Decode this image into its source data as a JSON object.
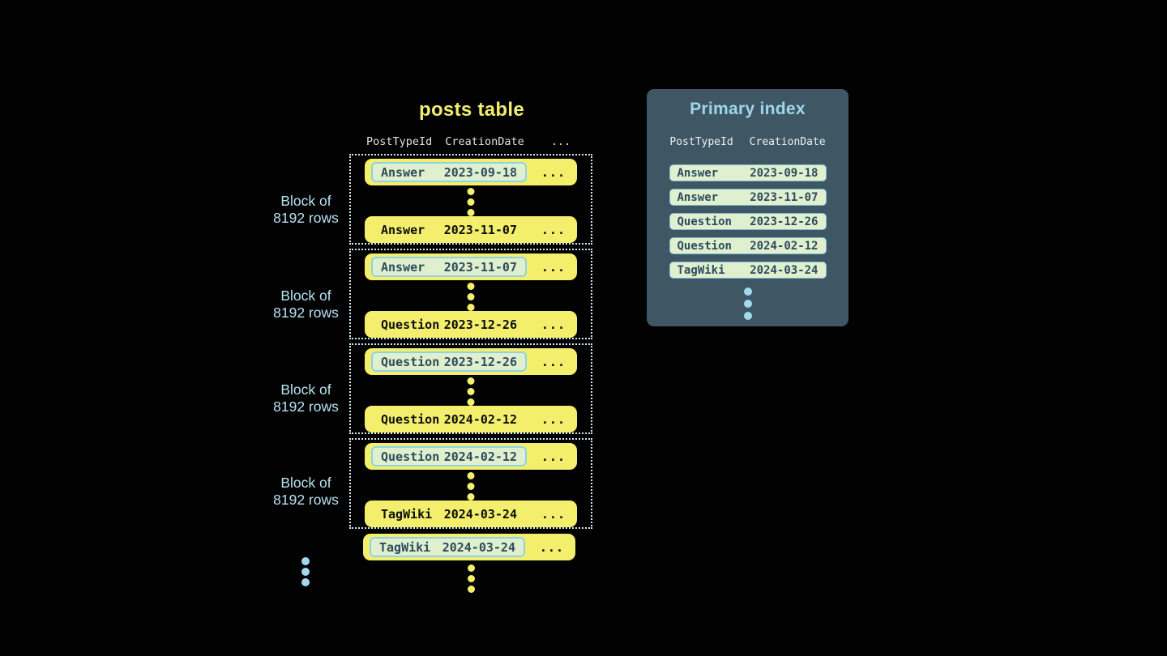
{
  "posts_table": {
    "title": "posts table",
    "columns": {
      "c1": "PostTypeId",
      "c2": "CreationDate",
      "c3": "..."
    },
    "block_label": {
      "line1": "Block of",
      "line2": "8192 rows"
    },
    "blocks": [
      {
        "first": {
          "type": "Answer",
          "date": "2023-09-18",
          "more": "..."
        },
        "last": {
          "type": "Answer",
          "date": "2023-11-07",
          "more": "..."
        }
      },
      {
        "first": {
          "type": "Answer",
          "date": "2023-11-07",
          "more": "..."
        },
        "last": {
          "type": "Question",
          "date": "2023-12-26",
          "more": "..."
        }
      },
      {
        "first": {
          "type": "Question",
          "date": "2023-12-26",
          "more": "..."
        },
        "last": {
          "type": "Question",
          "date": "2024-02-12",
          "more": "..."
        }
      },
      {
        "first": {
          "type": "Question",
          "date": "2024-02-12",
          "more": "..."
        },
        "last": {
          "type": "TagWiki",
          "date": "2024-03-24",
          "more": "..."
        }
      }
    ],
    "overflow_row": {
      "type": "TagWiki",
      "date": "2024-03-24",
      "more": "..."
    }
  },
  "primary_index": {
    "title": "Primary index",
    "columns": {
      "c1": "PostTypeId",
      "c2": "CreationDate"
    },
    "rows": [
      {
        "type": "Answer",
        "date": "2023-09-18"
      },
      {
        "type": "Answer",
        "date": "2023-11-07"
      },
      {
        "type": "Question",
        "date": "2023-12-26"
      },
      {
        "type": "Question",
        "date": "2024-02-12"
      },
      {
        "type": "TagWiki",
        "date": "2024-03-24"
      }
    ]
  },
  "colors": {
    "background": "#020202",
    "row_yellow": "#f3ef6d",
    "title_yellow": "#f0ed70",
    "accent_blue_text": "#b8e1f1",
    "panel_title_blue": "#9fd5ec",
    "dotted_border": "#d2e9f2",
    "panel_slate": "#3f5765",
    "pill_green": "#e0efcd",
    "pill_border_blue": "#8ed2e9",
    "index_pill_border": "#7cb9d3",
    "pill_text_slate": "#2c4c5f",
    "blue_dot": "#a3d8ee"
  }
}
